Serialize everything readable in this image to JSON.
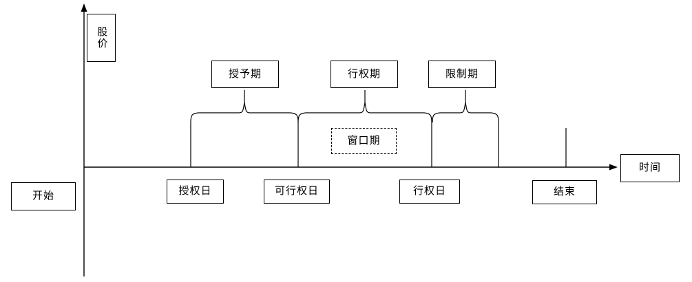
{
  "diagram": {
    "title_axes": {
      "y_axis_label": "股价",
      "x_axis_label": "时间"
    },
    "endpoints": {
      "start_label": "开始",
      "end_label": "结束"
    },
    "periods": [
      {
        "name": "grant-period",
        "label": "授予期"
      },
      {
        "name": "exercise-period",
        "label": "行权期"
      },
      {
        "name": "restriction-period",
        "label": "限制期"
      }
    ],
    "window": {
      "label": "窗口期"
    },
    "dates": [
      {
        "name": "grant-date",
        "label": "授权日"
      },
      {
        "name": "exercisable-date",
        "label": "可行权日"
      },
      {
        "name": "exercise-date",
        "label": "行权日"
      }
    ],
    "colors": {
      "line": "#000000",
      "background": "#ffffff",
      "text": "#000000"
    }
  }
}
